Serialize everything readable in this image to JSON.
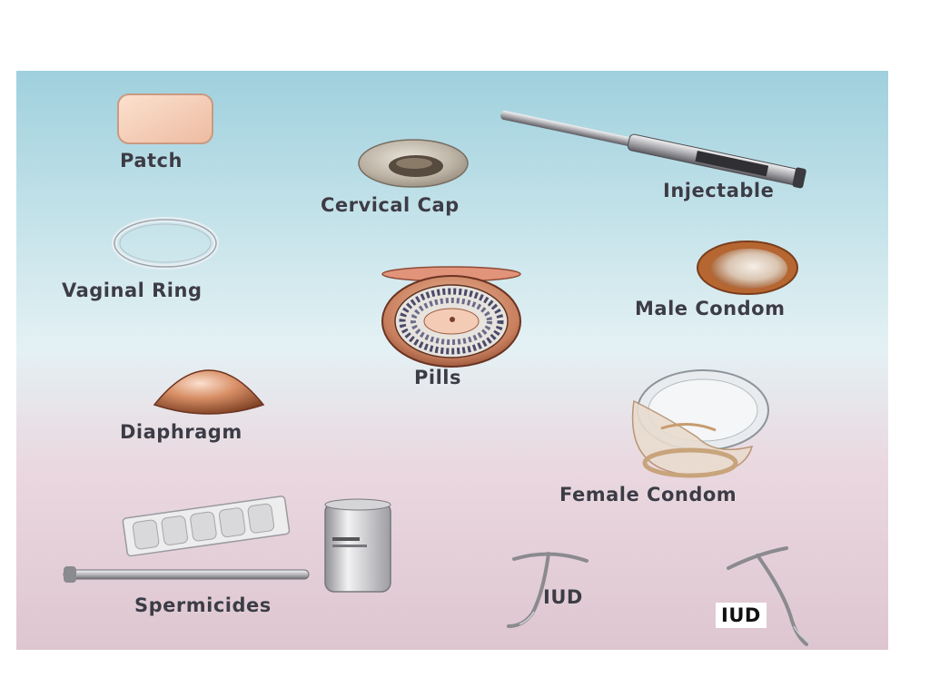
{
  "labels": {
    "patch": "Patch",
    "cervical_cap": "Cervical Cap",
    "injectable": "Injectable",
    "vaginal_ring": "Vaginal Ring",
    "male_condom": "Male Condom",
    "pills": "Pills",
    "diaphragm": "Diaphragm",
    "female_condom": "Female Condom",
    "spermicides": "Spermicides",
    "iud_1": "IUD",
    "iud_2": "IUD"
  }
}
